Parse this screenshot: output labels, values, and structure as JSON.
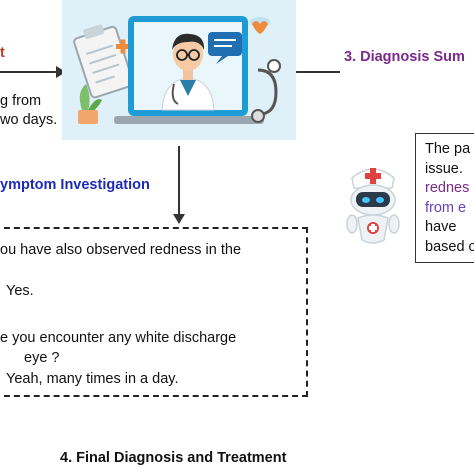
{
  "step1_title_fragment": "t",
  "step1_text": [
    "g from",
    "wo days."
  ],
  "step2_title": "ymptom Investigation",
  "step3_title": "3. Diagnosis Sum",
  "step4_title": "4. Final Diagnosis and Treatment",
  "dialogue": [
    "ou have also observed redness in the",
    "Yes.",
    "e you encounter any white discharge",
    "eye ?",
    "Yeah, many times in a day."
  ],
  "summary_lines": [
    {
      "text": "The pa",
      "color": "#111111"
    },
    {
      "text": "issue.",
      "color": "#111111"
    },
    {
      "text": "rednes",
      "color": "#7a2a8c"
    },
    {
      "text": "from e",
      "color": "#6a3fc8"
    },
    {
      "text": "have",
      "color": "#111111"
    },
    {
      "text": "based o",
      "color": "#111111"
    }
  ],
  "colors": {
    "step1_title": "#c0392b",
    "step2_title": "#1f2bb8",
    "step3_title": "#7a2a8c",
    "panel_bg": "#dff0f8"
  },
  "icons": {
    "doctor": "doctor-on-laptop-illustration",
    "robot": "nurse-robot-illustration"
  }
}
